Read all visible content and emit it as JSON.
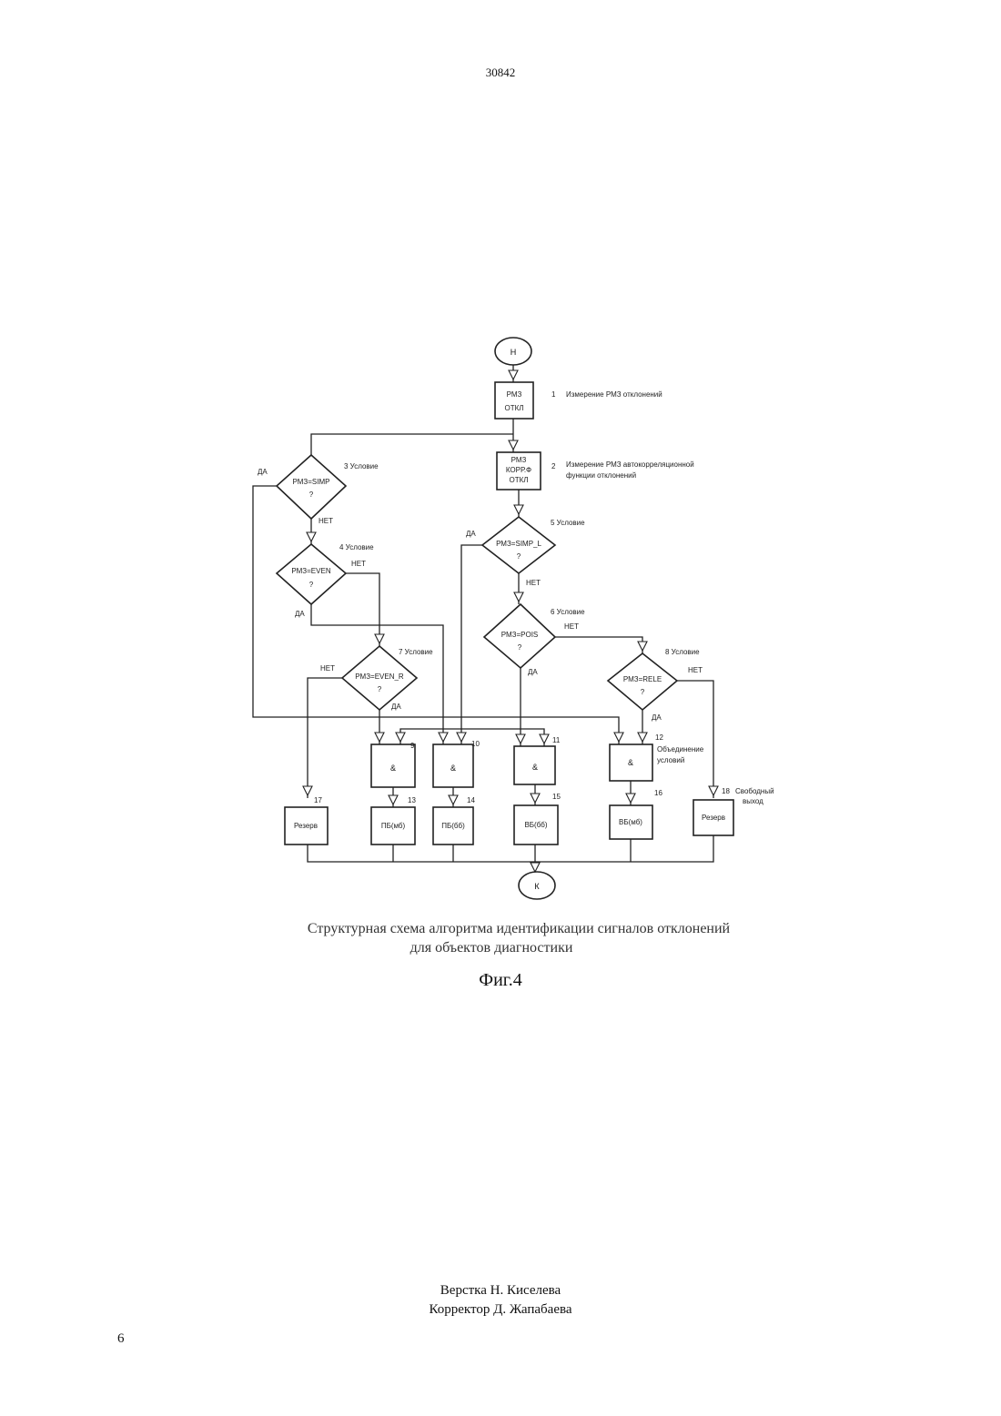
{
  "header": {
    "doc_number": "30842"
  },
  "diagram": {
    "terminals": {
      "start": "Н",
      "end": "К"
    },
    "process": {
      "b1": {
        "line1": "РМЗ",
        "line2": "ОТКЛ",
        "number": "1",
        "note": "Измерение РМЗ отклонений"
      },
      "b2": {
        "line1": "РМЗ",
        "line2": "КОРР.Ф",
        "line3": "ОТКЛ",
        "number": "2",
        "note_line1": "Измерение РМЗ автокорреляционной",
        "note_line2": "функции отклонений"
      }
    },
    "decisions": {
      "d3": {
        "text": "РМЗ=SIMP",
        "q": "?",
        "label": "3  Условие",
        "yes": "ДА",
        "no": "НЕТ"
      },
      "d4": {
        "text": "РМЗ=EVEN",
        "q": "?",
        "label": "4 Условие",
        "yes": "ДА",
        "no": "НЕТ"
      },
      "d5": {
        "text": "РМЗ=SIMP_L",
        "q": "?",
        "label": "5      Условие",
        "yes": "ДА",
        "no": "НЕТ"
      },
      "d6": {
        "text": "РМЗ=POIS",
        "q": "?",
        "label": "6  Условие",
        "yes": "ДА",
        "no": "НЕТ"
      },
      "d7": {
        "text": "РМЗ=EVEN_R",
        "q": "?",
        "label": "7 Условие",
        "yes": "ДА",
        "no": "НЕТ"
      },
      "d8": {
        "text": "РМЗ=RELE",
        "q": "?",
        "label": "8  Условие",
        "yes": "ДА",
        "no": "НЕТ"
      }
    },
    "and_blocks": {
      "b9": {
        "symbol": "&",
        "number": "9"
      },
      "b10": {
        "symbol": "&",
        "number": "10"
      },
      "b11": {
        "symbol": "&",
        "number": "11"
      },
      "b12": {
        "symbol": "&",
        "number": "12",
        "note_line1": "Объединение",
        "note_line2": "условий"
      }
    },
    "outputs": {
      "b13": {
        "text": "ПБ(мб)",
        "number": "13"
      },
      "b14": {
        "text": "ПБ(бб)",
        "number": "14"
      },
      "b15": {
        "text": "ВБ(бб)",
        "number": "15"
      },
      "b16": {
        "text": "ВБ(мб)",
        "number": "16"
      },
      "b17": {
        "text": "Резерв",
        "number": "17"
      },
      "b18": {
        "text": "Резерв",
        "number": "18",
        "note_line1": "Свободный",
        "note_line2": "выход"
      }
    }
  },
  "caption": {
    "line1": "Структурная схема алгоритма идентификации сигналов отклонений",
    "line2": "для объектов диагностики"
  },
  "figure_label": "Фиг.4",
  "credits": {
    "layout": "Верстка Н. Киселева",
    "corrector": "Корректор Д. Жапабаева"
  },
  "page_number": "6"
}
